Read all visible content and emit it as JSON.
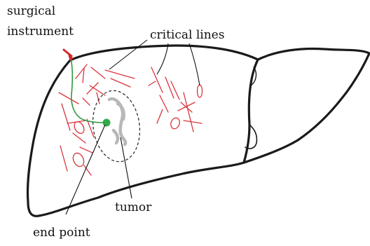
{
  "labels": {
    "surgical_line1": "surgical",
    "surgical_line2": "instrument",
    "critical_lines": "critical lines",
    "tumor": "tumor",
    "end_point": "end point"
  },
  "colors": {
    "outline": "#1a1a1a",
    "critical_lines": "#d9363e",
    "instrument_tip": "#d42a2a",
    "instrument_path": "#2e9a3e",
    "end_point": "#2faa4a",
    "tumor": "#b8b8b8",
    "tumor_boundary": "#222222",
    "leader_lines": "#111111"
  }
}
